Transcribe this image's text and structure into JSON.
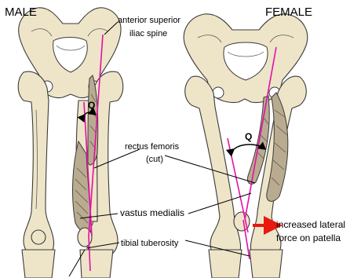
{
  "titles": {
    "male": "MALE",
    "female": "FEMALE"
  },
  "labels": {
    "asis_line1": "anterior superior",
    "asis_line2": "iliac spine",
    "rectus_line1": "rectus femoris",
    "rectus_line2": "(cut)",
    "vastus_medialis": "vastus medialis",
    "tibial_tuberosity": "tibial tuberosity",
    "lateral_line1": "increased lateral",
    "lateral_line2": "force on patella",
    "q_male": "Q",
    "q_female": "Q"
  },
  "colors": {
    "q_line": "#e40fa8",
    "force_arrow": "#e8190f",
    "bone": "#eee5c9",
    "muscle": "#b9ab90"
  }
}
